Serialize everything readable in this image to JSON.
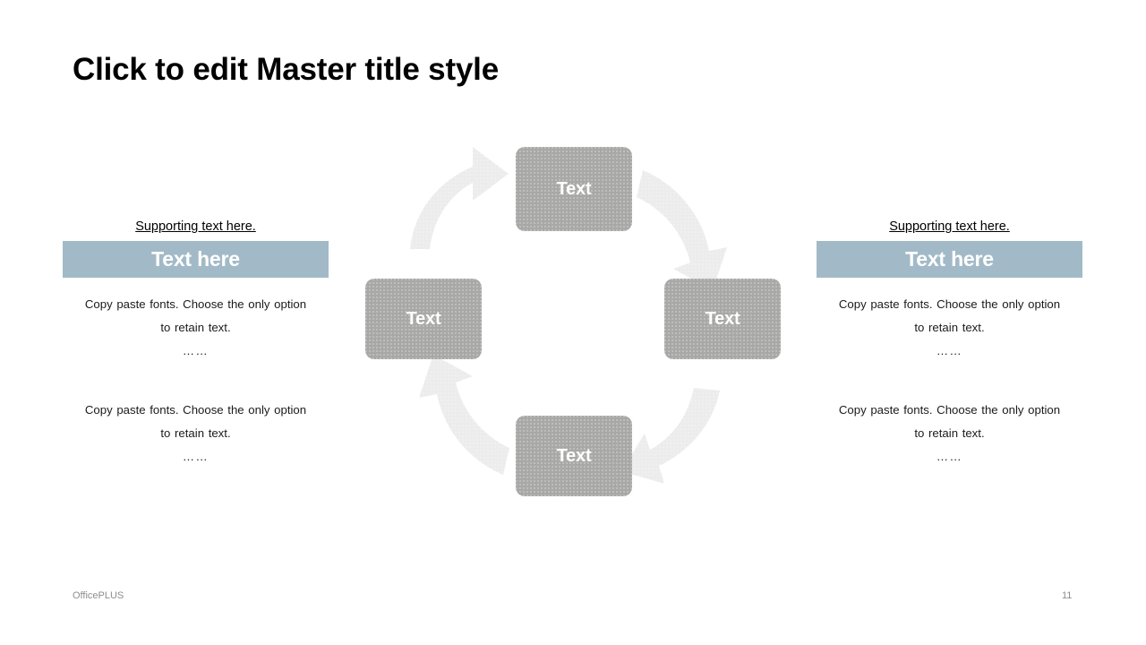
{
  "slide": {
    "title": "Click to edit Master title style",
    "accent_color": "#a2bac7",
    "node_color": "#a8a8a6",
    "arrow_color": "#ececec"
  },
  "left_column": {
    "supporting_text": "Supporting text here.",
    "header_label": "Text here",
    "paragraphs": [
      {
        "line1": "Copy paste fonts. Choose the only option",
        "line2": "to retain text.",
        "dots": "……"
      },
      {
        "line1": "Copy paste fonts. Choose the only option",
        "line2": "to retain text.",
        "dots": "……"
      }
    ]
  },
  "right_column": {
    "supporting_text": "Supporting text here.",
    "header_label": "Text here",
    "paragraphs": [
      {
        "line1": "Copy paste fonts. Choose the only option",
        "line2": "to retain text.",
        "dots": "……"
      },
      {
        "line1": "Copy paste fonts. Choose the only option",
        "line2": "to retain text.",
        "dots": "……"
      }
    ]
  },
  "cycle": {
    "direction": "clockwise",
    "nodes": [
      {
        "position": "top",
        "label": "Text"
      },
      {
        "position": "right",
        "label": "Text"
      },
      {
        "position": "bottom",
        "label": "Text"
      },
      {
        "position": "left",
        "label": "Text"
      }
    ],
    "arrows": [
      {
        "name": "arrow-left-to-top",
        "from": "left",
        "to": "top"
      },
      {
        "name": "arrow-top-to-right",
        "from": "top",
        "to": "right"
      },
      {
        "name": "arrow-right-to-bottom",
        "from": "right",
        "to": "bottom"
      },
      {
        "name": "arrow-bottom-to-left",
        "from": "bottom",
        "to": "left"
      }
    ]
  },
  "footer": {
    "brand": "OfficePLUS",
    "page_number": "11"
  }
}
